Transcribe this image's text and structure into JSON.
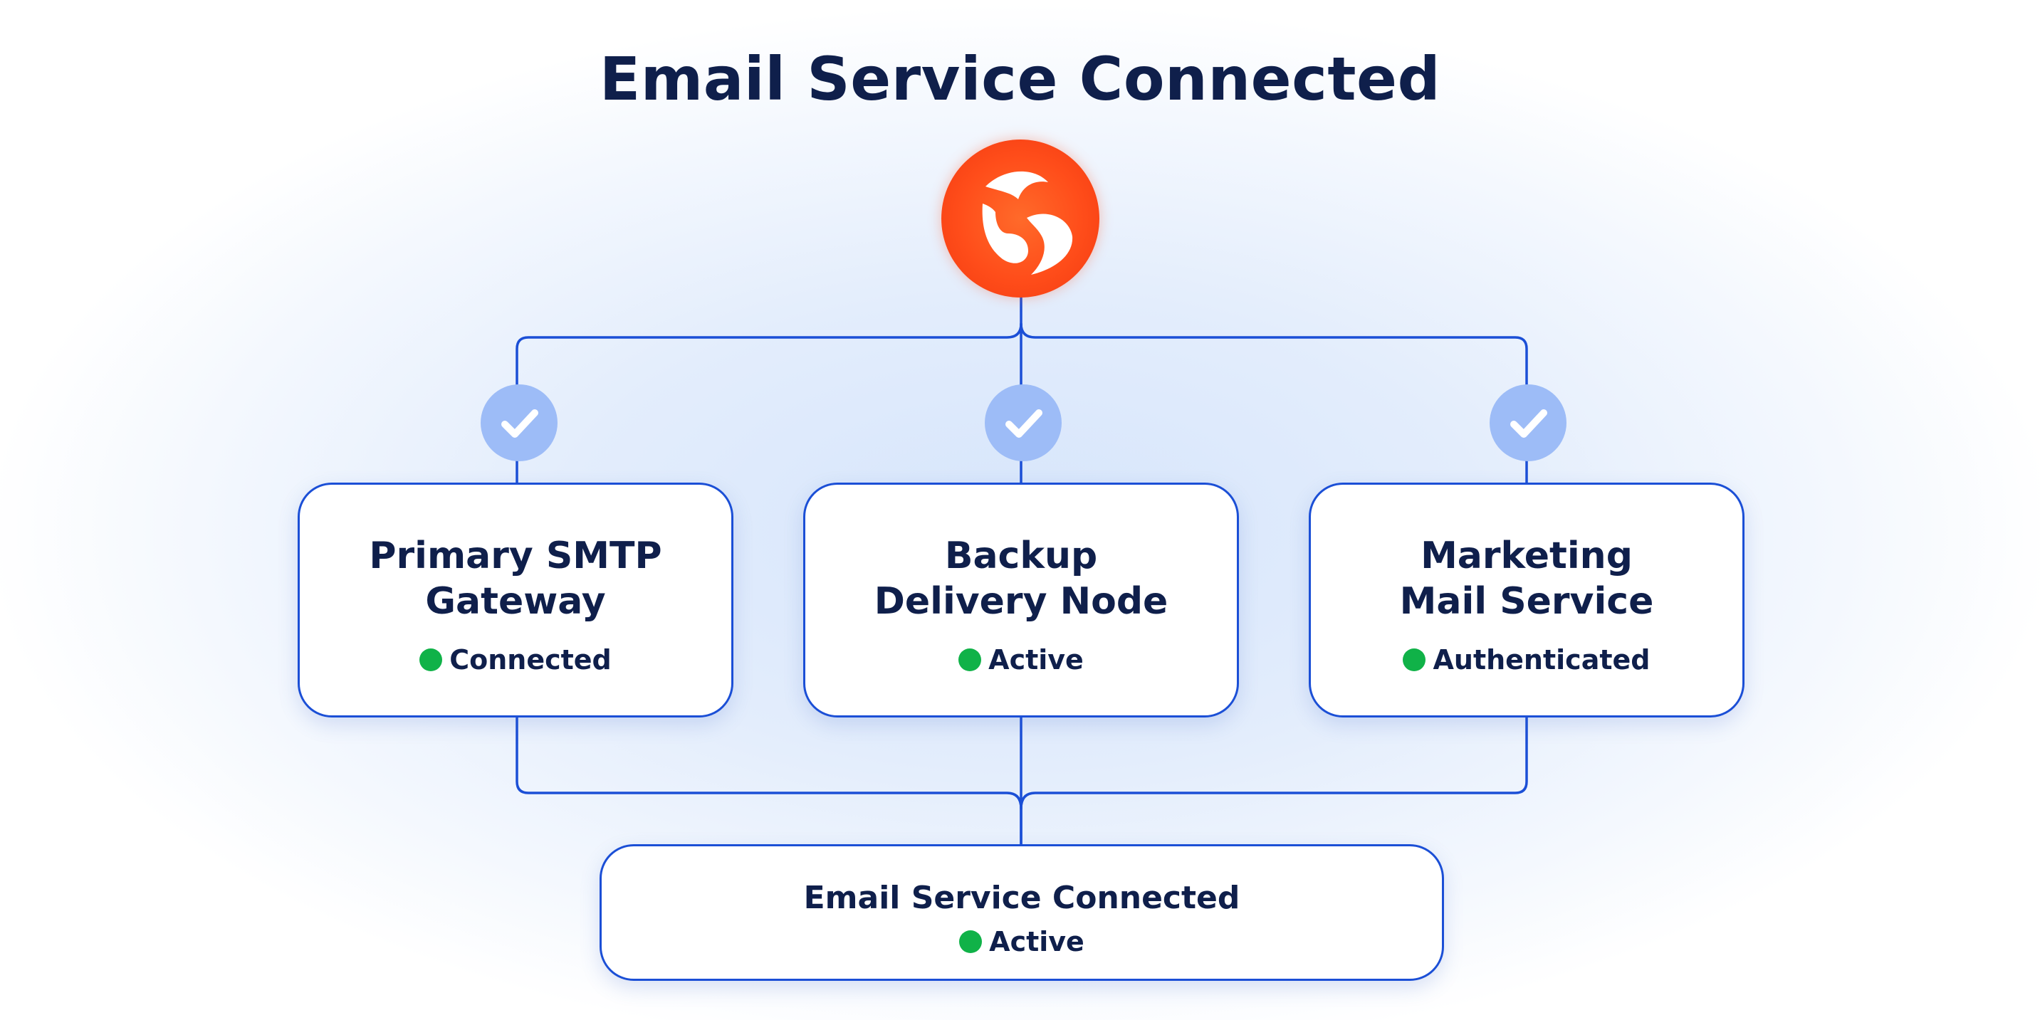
{
  "title": "Email Service Connected",
  "hub": {
    "icon": "brand-logo-icon",
    "color": "#ff4d1a"
  },
  "nodes": [
    {
      "title_line1": "Primary SMTP",
      "title_line2": "Gateway",
      "status": "Connected",
      "check_icon": "checkmark-icon"
    },
    {
      "title_line1": "Backup",
      "title_line2": "Delivery Node",
      "status": "Active",
      "check_icon": "checkmark-icon"
    },
    {
      "title_line1": "Marketing",
      "title_line2": "Mail Service",
      "status": "Authenticated",
      "check_icon": "checkmark-icon"
    }
  ],
  "summary": {
    "title": "Email Service Connected",
    "status": "Active"
  },
  "colors": {
    "title_text": "#0f1f4b",
    "connector": "#1b4fd6",
    "check_bg": "#9dbcf7",
    "status_ok": "#10b248",
    "card_bg": "#ffffff"
  }
}
